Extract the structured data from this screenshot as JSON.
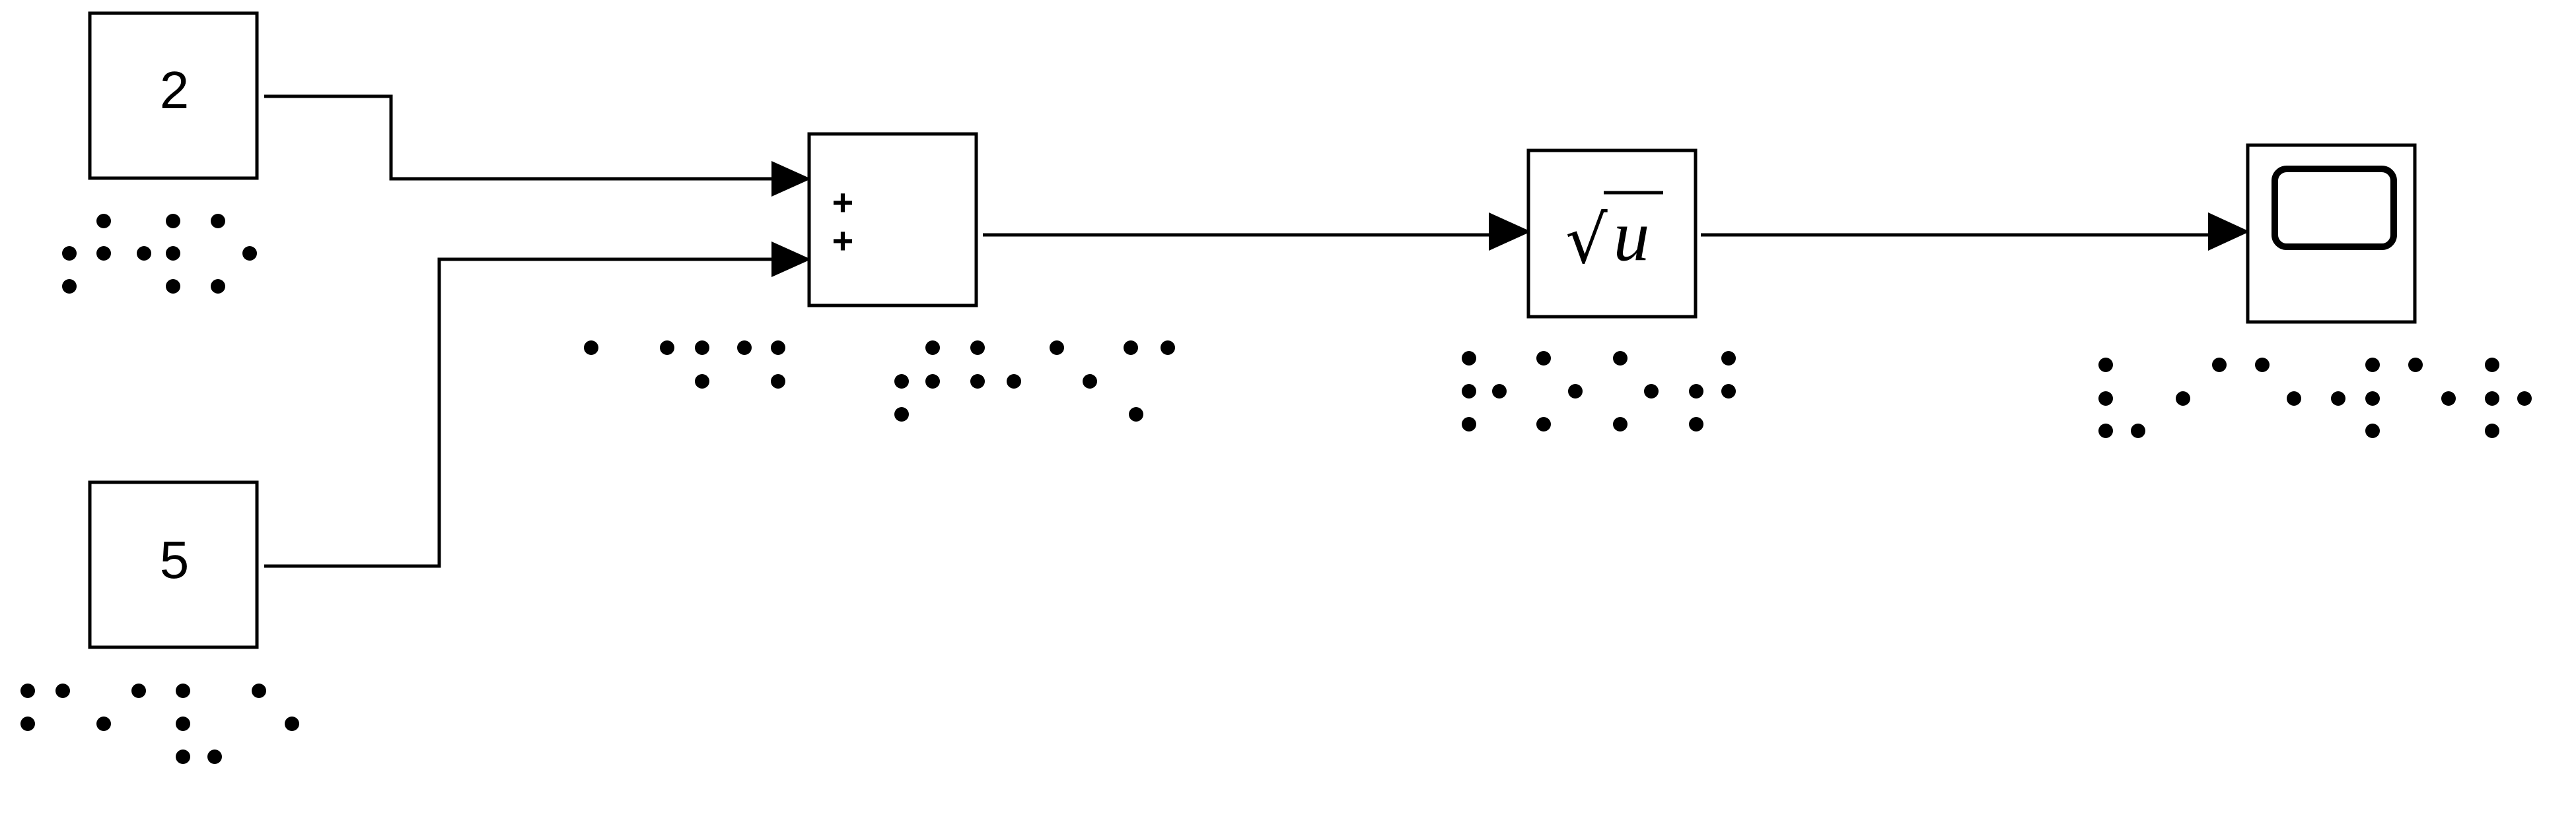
{
  "blocks": {
    "constant_top": {
      "value": "2"
    },
    "constant_bottom": {
      "value": "5"
    },
    "sum": {
      "signs": [
        "+",
        "+"
      ]
    },
    "sqrt": {
      "radical": "√",
      "variable": "u"
    },
    "scope": {}
  },
  "icons": {
    "sum_block": "sum-block-icon",
    "sqrt_block": "sqrt-block-icon",
    "scope_block": "scope-screen-icon",
    "block_labels": "braille-label"
  },
  "colors": {
    "stroke": "#000000",
    "background": "#ffffff"
  }
}
